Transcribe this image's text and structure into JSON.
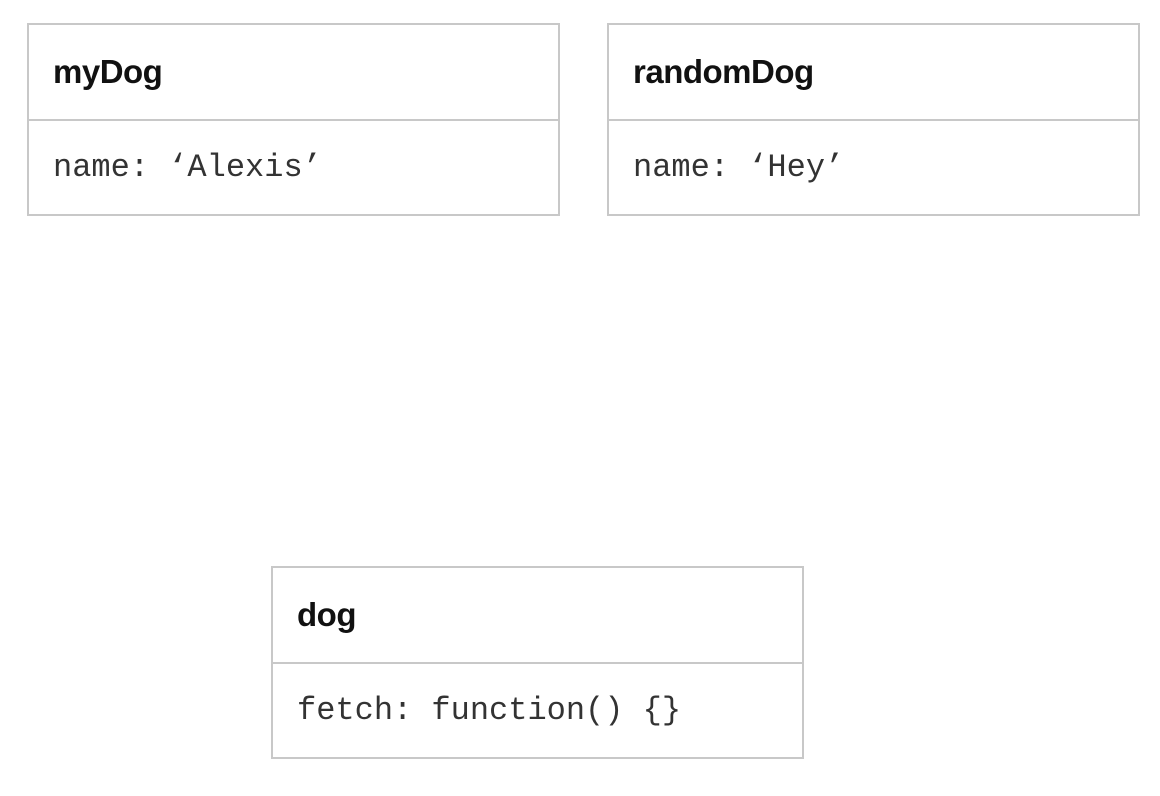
{
  "objects": [
    {
      "title": "myDog",
      "property": "name: ‘Alexis’"
    },
    {
      "title": "randomDog",
      "property": "name: ‘Hey’"
    },
    {
      "title": "dog",
      "property": "fetch: function() {}"
    }
  ]
}
